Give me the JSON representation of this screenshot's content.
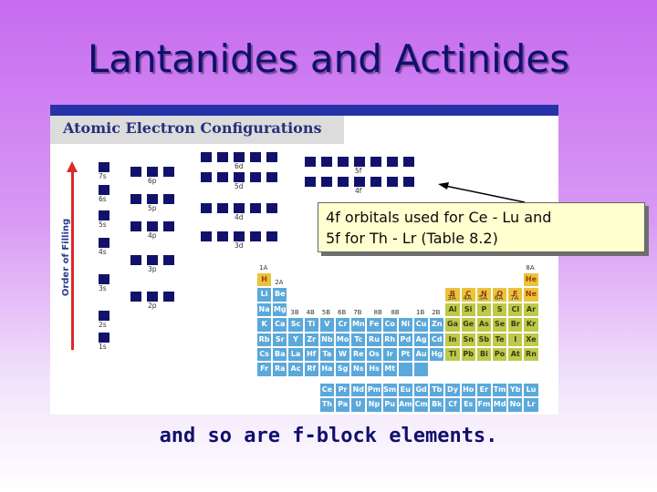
{
  "slide": {
    "title": "Lantanides and Actinides",
    "footer": "and so are f-block elements."
  },
  "figure": {
    "heading": "Atomic Electron Configurations",
    "axis_label": "Order of Filling"
  },
  "callout": {
    "line1": "4f orbitals used for Ce - Lu and",
    "line2": "5f for Th - Lr (Table 8.2)"
  },
  "orbitals": [
    {
      "label": "7s",
      "boxes": 1
    },
    {
      "label": "6s",
      "boxes": 1
    },
    {
      "label": "5s",
      "boxes": 1
    },
    {
      "label": "4s",
      "boxes": 1
    },
    {
      "label": "3s",
      "boxes": 1
    },
    {
      "label": "2s",
      "boxes": 1
    },
    {
      "label": "1s",
      "boxes": 1
    },
    {
      "label": "6p",
      "boxes": 3
    },
    {
      "label": "5p",
      "boxes": 3
    },
    {
      "label": "4p",
      "boxes": 3
    },
    {
      "label": "3p",
      "boxes": 3
    },
    {
      "label": "2p",
      "boxes": 3
    },
    {
      "label": "6d",
      "boxes": 5
    },
    {
      "label": "5d",
      "boxes": 5
    },
    {
      "label": "4d",
      "boxes": 5
    },
    {
      "label": "3d",
      "boxes": 5
    },
    {
      "label": "5f",
      "boxes": 7
    },
    {
      "label": "4f",
      "boxes": 7
    }
  ],
  "group_labels": [
    "1A",
    "2A",
    "3B",
    "4B",
    "5B",
    "6B",
    "7B",
    "8B",
    "8B",
    "1B",
    "2B",
    "3A",
    "4A",
    "5A",
    "6A",
    "7A",
    "8A"
  ],
  "periodic_table": [
    [
      "H",
      "",
      "",
      "",
      "",
      "",
      "",
      "",
      "",
      "",
      "",
      "",
      "",
      "",
      "",
      "",
      "He"
    ],
    [
      "Li",
      "Be",
      "",
      "",
      "",
      "",
      "",
      "",
      "",
      "",
      "",
      "",
      "B",
      "C",
      "N",
      "O",
      "F",
      "Ne"
    ],
    [
      "Na",
      "Mg",
      "",
      "",
      "",
      "",
      "",
      "",
      "",
      "",
      "",
      "",
      "Al",
      "Si",
      "P",
      "S",
      "Cl",
      "Ar"
    ],
    [
      "K",
      "Ca",
      "Sc",
      "Ti",
      "V",
      "Cr",
      "Mn",
      "Fe",
      "Co",
      "Ni",
      "Cu",
      "Zn",
      "Ga",
      "Ge",
      "As",
      "Se",
      "Br",
      "Kr"
    ],
    [
      "Rb",
      "Sr",
      "Y",
      "Zr",
      "Nb",
      "Mo",
      "Tc",
      "Ru",
      "Rh",
      "Pd",
      "Ag",
      "Cd",
      "In",
      "Sn",
      "Sb",
      "Te",
      "I",
      "Xe"
    ],
    [
      "Cs",
      "Ba",
      "La",
      "Hf",
      "Ta",
      "W",
      "Re",
      "Os",
      "Ir",
      "Pt",
      "Au",
      "Hg",
      "Tl",
      "Pb",
      "Bi",
      "Po",
      "At",
      "Rn"
    ],
    [
      "Fr",
      "Ra",
      "Ac",
      "Rf",
      "Ha",
      "Sg",
      "Ns",
      "Hs",
      "Mt",
      "",
      ""
    ]
  ],
  "f_block": [
    [
      "Ce",
      "Pr",
      "Nd",
      "Pm",
      "Sm",
      "Eu",
      "Gd",
      "Tb",
      "Dy",
      "Ho",
      "Er",
      "Tm",
      "Yb",
      "Lu"
    ],
    [
      "Th",
      "Pa",
      "U",
      "Np",
      "Pu",
      "Am",
      "Cm",
      "Bk",
      "Cf",
      "Es",
      "Fm",
      "Md",
      "No",
      "Lr"
    ]
  ],
  "colors": {
    "s_block": "#e9c33c",
    "p_block": "#bcc94a",
    "other": "#5ba8da",
    "orbital": "#12126c"
  }
}
